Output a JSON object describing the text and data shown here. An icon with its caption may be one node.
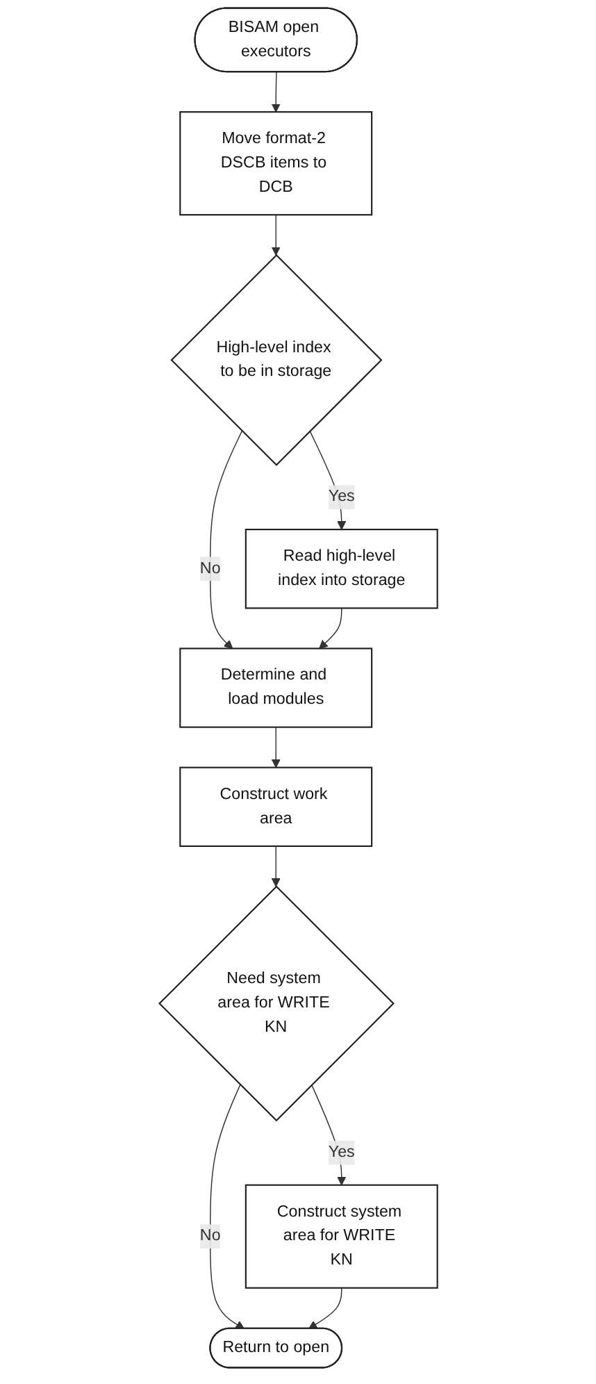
{
  "diagram": {
    "nodes": [
      {
        "text": [
          "BISAM open executors"
        ]
      },
      {
        "text": [
          "Move format-2 DSCB items to DCB"
        ]
      },
      {
        "text": [
          "High-level index to be in storage"
        ]
      },
      {
        "text": [
          "Read high-level index into storage"
        ]
      },
      {
        "text": [
          "Determine and load modules"
        ]
      },
      {
        "text": [
          "Construct work area"
        ]
      },
      {
        "text": [
          "Need system area for WRITE KN"
        ]
      },
      {
        "text": [
          "Construct system area for WRITE KN"
        ]
      },
      {
        "text": [
          "Return to open"
        ]
      }
    ],
    "edges": [
      {
        "from": 0,
        "to": 1,
        "arrow": "to"
      },
      {
        "from": 1,
        "to": 2,
        "arrow": "to"
      },
      {
        "from": 2,
        "to": 3,
        "arrow": "to",
        "label": "Yes"
      },
      {
        "from": 2,
        "to": 4,
        "arrow": "to",
        "label": "No"
      },
      {
        "from": 3,
        "to": 4,
        "arrow": "to"
      },
      {
        "from": 4,
        "to": 5,
        "arrow": "to"
      },
      {
        "from": 5,
        "to": 6,
        "arrow": "to"
      },
      {
        "from": 6,
        "to": 7,
        "arrow": "to",
        "label": "Yes"
      },
      {
        "from": 6,
        "to": 8,
        "arrow": "to",
        "label": "No"
      },
      {
        "from": 7,
        "to": 8,
        "arrow": "to"
      }
    ]
  }
}
